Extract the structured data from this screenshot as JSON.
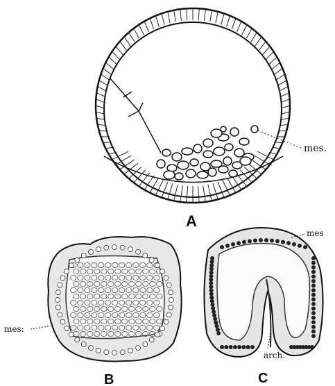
{
  "figure": {
    "panels": [
      {
        "id": "A",
        "label": "A",
        "annotations": [
          "mes."
        ]
      },
      {
        "id": "B",
        "label": "B",
        "annotations": [
          "mes:"
        ]
      },
      {
        "id": "C",
        "label": "C",
        "annotations": [
          "mes",
          "arch."
        ]
      }
    ]
  }
}
